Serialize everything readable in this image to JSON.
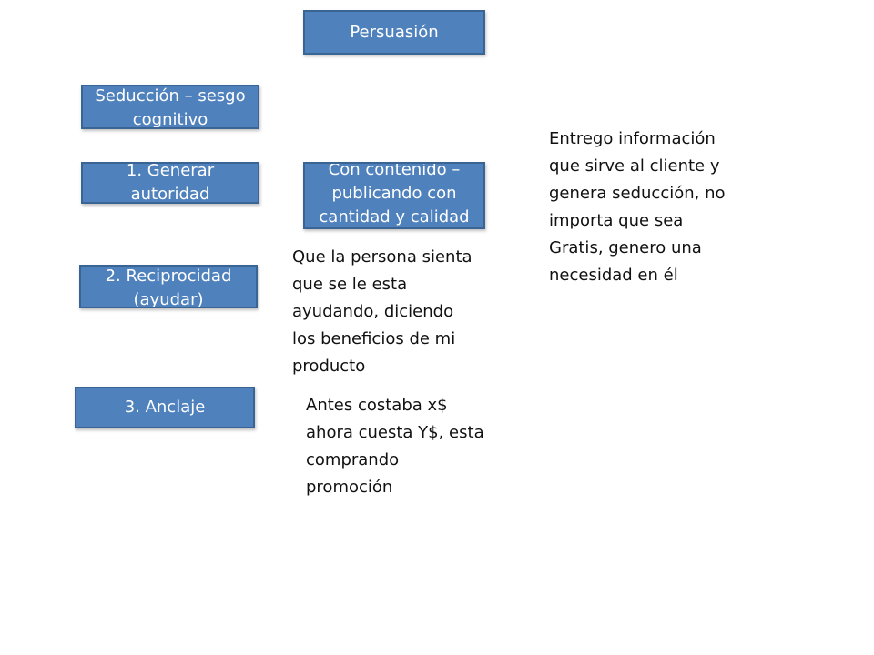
{
  "colors": {
    "box_fill": "#4f81bd",
    "box_border": "#3a6494",
    "box_text": "#ffffff",
    "body_text": "#111111"
  },
  "boxes": {
    "persuasion": "Persuasión",
    "seduccion": "Seducción – sesgo cognitivo",
    "autoridad": "1. Generar autoridad",
    "contenido": "Con contenido – publicando con cantidad y calidad",
    "reciprocidad": "2. Reciprocidad (ayudar)",
    "anclaje": "3. Anclaje"
  },
  "notes": {
    "seduccion": "Entrego información\nque sirve al cliente y\ngenera seducción, no\nimporta que sea\nGratis, genero una\nnecesidad en él",
    "reciprocidad": "Que la persona sienta\nque se le esta\nayudando, diciendo\nlos beneficios de mi\nproducto",
    "anclaje": "Antes costaba x$\nahora cuesta Y$, esta\ncomprando\npromoción"
  }
}
